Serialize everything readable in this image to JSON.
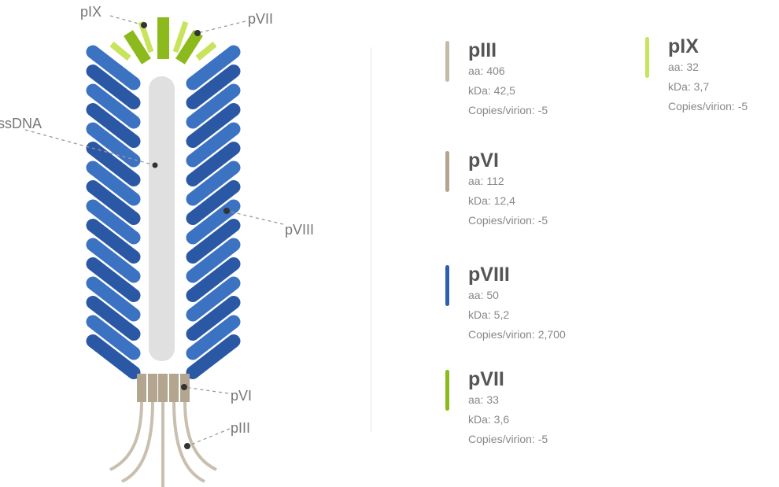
{
  "labels": {
    "pIX": "pIX",
    "pVII": "pVII",
    "ssDNA": "ssDNA",
    "pVIII": "pVIII",
    "pVI": "pVI",
    "pIII": "pIII"
  },
  "colors": {
    "pIII": "#c4baa9",
    "pVI": "#b3a58f",
    "pVIII": "#2d5fae",
    "pVII": "#8cba1c",
    "pIX": "#c8e35c",
    "blue_light": "#3c72c2",
    "blue_dark": "#2b58a5",
    "dna": "#e0e0e0",
    "tail": "#c9bfae"
  },
  "legend": [
    {
      "name": "pIII",
      "aa": "aa: 406",
      "kda": "kDa: 42,5",
      "copies": "Copies/virion: -5"
    },
    {
      "name": "pVI",
      "aa": "aa: 112",
      "kda": "kDa: 12,4",
      "copies": "Copies/virion: -5"
    },
    {
      "name": "pVIII",
      "aa": "aa: 50",
      "kda": "kDa: 5,2",
      "copies": "Copies/virion: 2,700"
    },
    {
      "name": "pVII",
      "aa": "aa: 33",
      "kda": "kDa: 3,6",
      "copies": "Copies/virion: -5"
    },
    {
      "name": "pIX",
      "aa": "aa: 32",
      "kda": "kDa: 3,7",
      "copies": "Copies/virion: -5"
    }
  ]
}
